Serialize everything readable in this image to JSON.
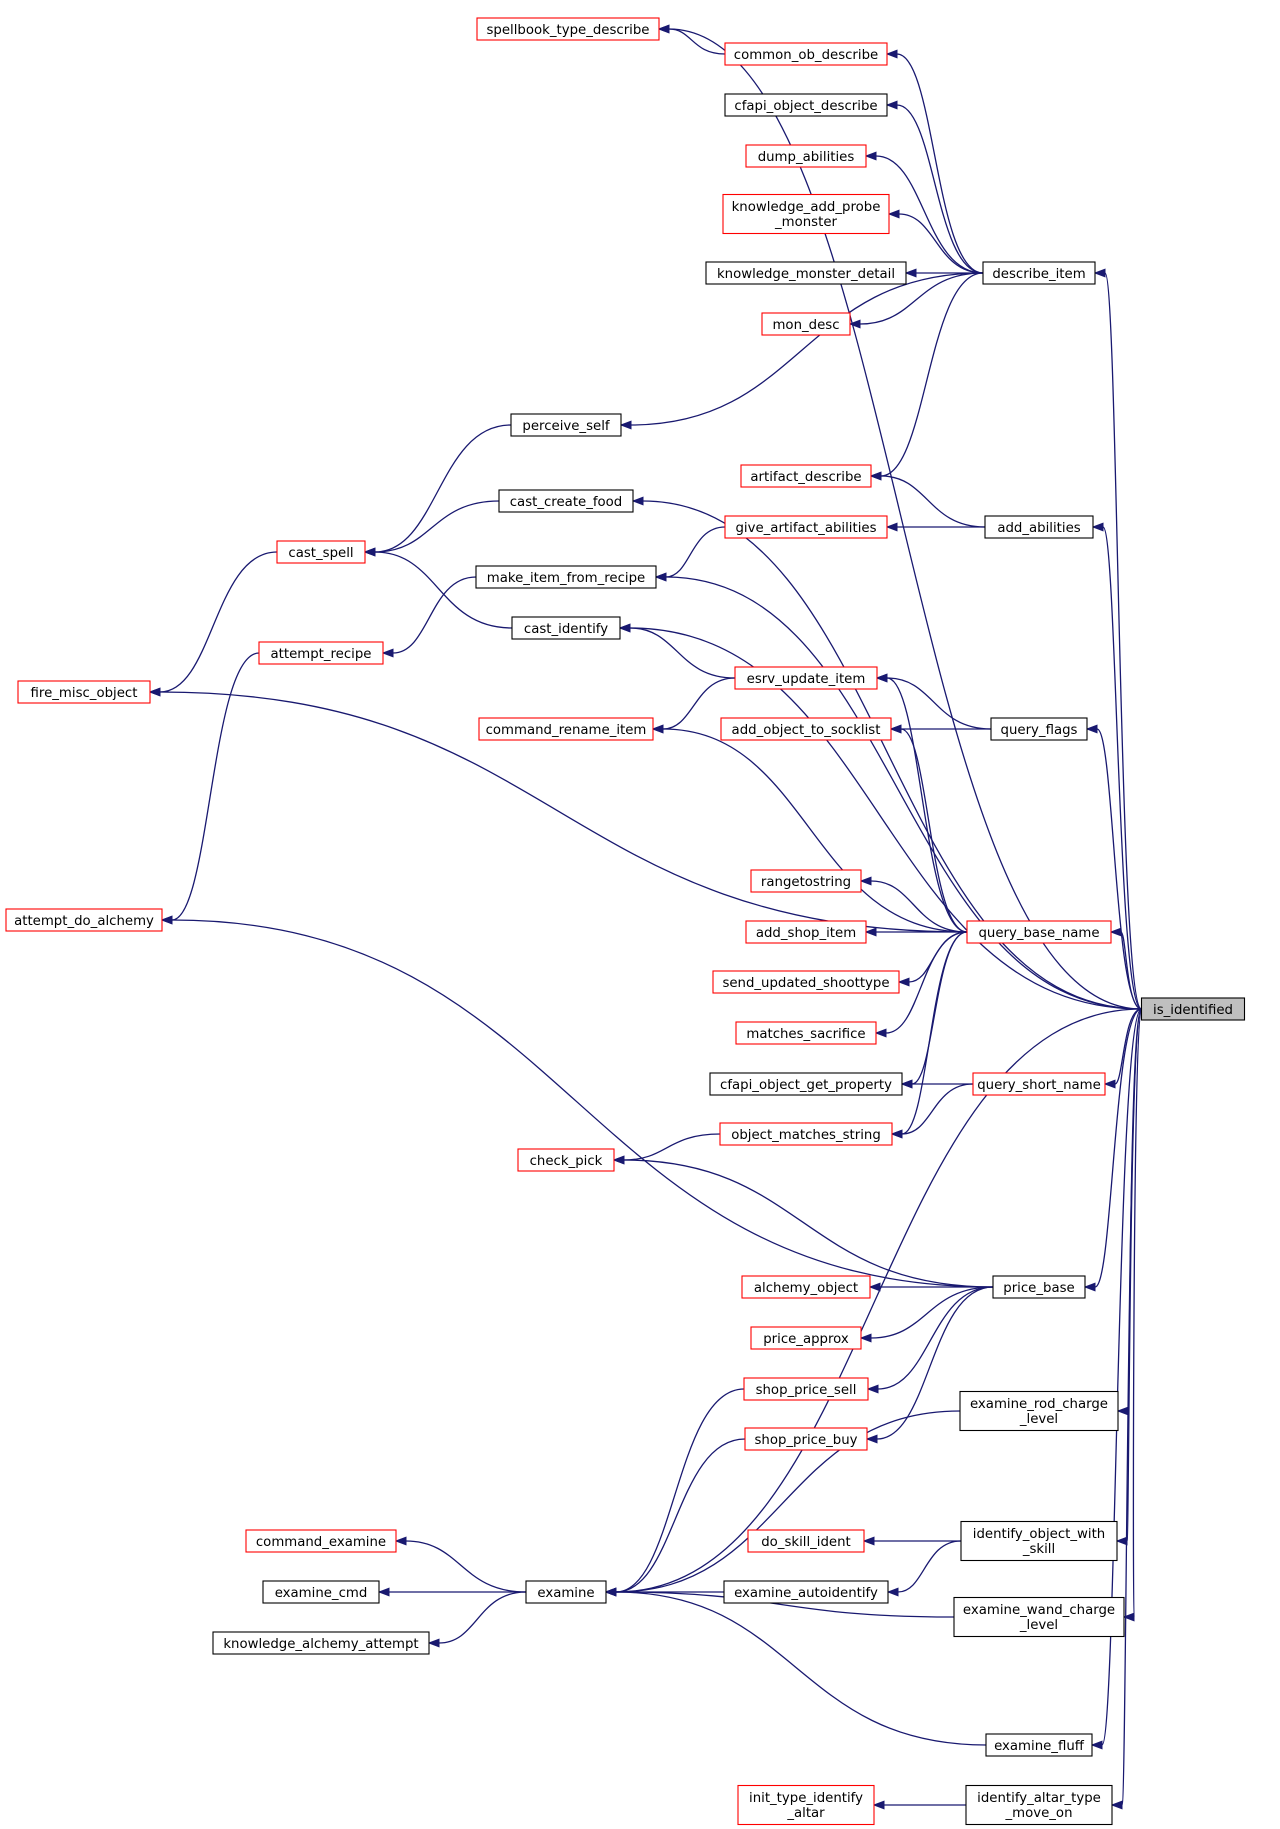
{
  "colors": {
    "edge": "#191970",
    "node_border_default": "#000000",
    "node_border_truncated": "#ff0000",
    "focus_fill": "#bfbfbf"
  },
  "graph": {
    "nodes": [
      {
        "id": "is_identified",
        "lines": [
          "is_identified"
        ],
        "style": "focus"
      },
      {
        "id": "spellbook_type_describe",
        "lines": [
          "spellbook_type_describe"
        ],
        "style": "red"
      },
      {
        "id": "common_ob_describe",
        "lines": [
          "common_ob_describe"
        ],
        "style": "red"
      },
      {
        "id": "cfapi_object_describe",
        "lines": [
          "cfapi_object_describe"
        ],
        "style": "black"
      },
      {
        "id": "dump_abilities",
        "lines": [
          "dump_abilities"
        ],
        "style": "red"
      },
      {
        "id": "knowledge_add_probe_monster",
        "lines": [
          "knowledge_add_probe",
          "_monster"
        ],
        "style": "red"
      },
      {
        "id": "knowledge_monster_detail",
        "lines": [
          "knowledge_monster_detail"
        ],
        "style": "black"
      },
      {
        "id": "describe_item",
        "lines": [
          "describe_item"
        ],
        "style": "black"
      },
      {
        "id": "mon_desc",
        "lines": [
          "mon_desc"
        ],
        "style": "red"
      },
      {
        "id": "perceive_self",
        "lines": [
          "perceive_self"
        ],
        "style": "black"
      },
      {
        "id": "cast_create_food",
        "lines": [
          "cast_create_food"
        ],
        "style": "black"
      },
      {
        "id": "artifact_describe",
        "lines": [
          "artifact_describe"
        ],
        "style": "red"
      },
      {
        "id": "cast_spell",
        "lines": [
          "cast_spell"
        ],
        "style": "red"
      },
      {
        "id": "give_artifact_abilities",
        "lines": [
          "give_artifact_abilities"
        ],
        "style": "red"
      },
      {
        "id": "add_abilities",
        "lines": [
          "add_abilities"
        ],
        "style": "black"
      },
      {
        "id": "make_item_from_recipe",
        "lines": [
          "make_item_from_recipe"
        ],
        "style": "black"
      },
      {
        "id": "cast_identify",
        "lines": [
          "cast_identify"
        ],
        "style": "black"
      },
      {
        "id": "attempt_recipe",
        "lines": [
          "attempt_recipe"
        ],
        "style": "red"
      },
      {
        "id": "esrv_update_item",
        "lines": [
          "esrv_update_item"
        ],
        "style": "red"
      },
      {
        "id": "fire_misc_object",
        "lines": [
          "fire_misc_object"
        ],
        "style": "red"
      },
      {
        "id": "command_rename_item",
        "lines": [
          "command_rename_item"
        ],
        "style": "red"
      },
      {
        "id": "add_object_to_socklist",
        "lines": [
          "add_object_to_socklist"
        ],
        "style": "red"
      },
      {
        "id": "query_flags",
        "lines": [
          "query_flags"
        ],
        "style": "black"
      },
      {
        "id": "rangetostring",
        "lines": [
          "rangetostring"
        ],
        "style": "red"
      },
      {
        "id": "attempt_do_alchemy",
        "lines": [
          "attempt_do_alchemy"
        ],
        "style": "red"
      },
      {
        "id": "add_shop_item",
        "lines": [
          "add_shop_item"
        ],
        "style": "red"
      },
      {
        "id": "query_base_name",
        "lines": [
          "query_base_name"
        ],
        "style": "red"
      },
      {
        "id": "send_updated_shoottype",
        "lines": [
          "send_updated_shoottype"
        ],
        "style": "red"
      },
      {
        "id": "matches_sacrifice",
        "lines": [
          "matches_sacrifice"
        ],
        "style": "red"
      },
      {
        "id": "cfapi_object_get_property",
        "lines": [
          "cfapi_object_get_property"
        ],
        "style": "black"
      },
      {
        "id": "query_short_name",
        "lines": [
          "query_short_name"
        ],
        "style": "red"
      },
      {
        "id": "object_matches_string",
        "lines": [
          "object_matches_string"
        ],
        "style": "red"
      },
      {
        "id": "check_pick",
        "lines": [
          "check_pick"
        ],
        "style": "red"
      },
      {
        "id": "alchemy_object",
        "lines": [
          "alchemy_object"
        ],
        "style": "red"
      },
      {
        "id": "price_base",
        "lines": [
          "price_base"
        ],
        "style": "black"
      },
      {
        "id": "price_approx",
        "lines": [
          "price_approx"
        ],
        "style": "red"
      },
      {
        "id": "shop_price_sell",
        "lines": [
          "shop_price_sell"
        ],
        "style": "red"
      },
      {
        "id": "examine_rod_charge_level",
        "lines": [
          "examine_rod_charge",
          "_level"
        ],
        "style": "black"
      },
      {
        "id": "shop_price_buy",
        "lines": [
          "shop_price_buy"
        ],
        "style": "red"
      },
      {
        "id": "command_examine",
        "lines": [
          "command_examine"
        ],
        "style": "red"
      },
      {
        "id": "do_skill_ident",
        "lines": [
          "do_skill_ident"
        ],
        "style": "red"
      },
      {
        "id": "identify_object_with_skill",
        "lines": [
          "identify_object_with",
          "_skill"
        ],
        "style": "black"
      },
      {
        "id": "examine_cmd",
        "lines": [
          "examine_cmd"
        ],
        "style": "black"
      },
      {
        "id": "examine",
        "lines": [
          "examine"
        ],
        "style": "black"
      },
      {
        "id": "examine_autoidentify",
        "lines": [
          "examine_autoidentify"
        ],
        "style": "black"
      },
      {
        "id": "examine_wand_charge_level",
        "lines": [
          "examine_wand_charge",
          "_level"
        ],
        "style": "black"
      },
      {
        "id": "knowledge_alchemy_attempt",
        "lines": [
          "knowledge_alchemy_attempt"
        ],
        "style": "black"
      },
      {
        "id": "examine_fluff",
        "lines": [
          "examine_fluff"
        ],
        "style": "black"
      },
      {
        "id": "init_type_identify_altar",
        "lines": [
          "init_type_identify",
          "_altar"
        ],
        "style": "red"
      },
      {
        "id": "identify_altar_type_move_on",
        "lines": [
          "identify_altar_type",
          "_move_on"
        ],
        "style": "black"
      }
    ],
    "edges": [
      {
        "from": "spellbook_type_describe",
        "to": "common_ob_describe"
      },
      {
        "from": "spellbook_type_describe",
        "to": "is_identified"
      },
      {
        "from": "common_ob_describe",
        "to": "describe_item"
      },
      {
        "from": "cfapi_object_describe",
        "to": "describe_item"
      },
      {
        "from": "dump_abilities",
        "to": "describe_item"
      },
      {
        "from": "knowledge_add_probe_monster",
        "to": "describe_item"
      },
      {
        "from": "knowledge_monster_detail",
        "to": "describe_item"
      },
      {
        "from": "mon_desc",
        "to": "describe_item"
      },
      {
        "from": "perceive_self",
        "to": "describe_item"
      },
      {
        "from": "artifact_describe",
        "to": "describe_item"
      },
      {
        "from": "describe_item",
        "to": "is_identified"
      },
      {
        "from": "cast_spell",
        "to": "perceive_self"
      },
      {
        "from": "cast_spell",
        "to": "cast_create_food"
      },
      {
        "from": "cast_spell",
        "to": "cast_identify"
      },
      {
        "from": "fire_misc_object",
        "to": "cast_spell"
      },
      {
        "from": "cast_create_food",
        "to": "is_identified"
      },
      {
        "from": "artifact_describe",
        "to": "add_abilities"
      },
      {
        "from": "give_artifact_abilities",
        "to": "add_abilities"
      },
      {
        "from": "add_abilities",
        "to": "is_identified"
      },
      {
        "from": "make_item_from_recipe",
        "to": "give_artifact_abilities"
      },
      {
        "from": "make_item_from_recipe",
        "to": "is_identified"
      },
      {
        "from": "attempt_recipe",
        "to": "make_item_from_recipe"
      },
      {
        "from": "attempt_do_alchemy",
        "to": "attempt_recipe"
      },
      {
        "from": "cast_identify",
        "to": "esrv_update_item"
      },
      {
        "from": "cast_identify",
        "to": "is_identified"
      },
      {
        "from": "command_rename_item",
        "to": "esrv_update_item"
      },
      {
        "from": "esrv_update_item",
        "to": "query_flags"
      },
      {
        "from": "esrv_update_item",
        "to": "query_base_name"
      },
      {
        "from": "add_object_to_socklist",
        "to": "query_flags"
      },
      {
        "from": "add_object_to_socklist",
        "to": "query_base_name"
      },
      {
        "from": "query_flags",
        "to": "is_identified"
      },
      {
        "from": "command_rename_item",
        "to": "query_base_name"
      },
      {
        "from": "fire_misc_object",
        "to": "query_base_name"
      },
      {
        "from": "rangetostring",
        "to": "query_base_name"
      },
      {
        "from": "add_shop_item",
        "to": "query_base_name"
      },
      {
        "from": "send_updated_shoottype",
        "to": "query_base_name"
      },
      {
        "from": "matches_sacrifice",
        "to": "query_base_name"
      },
      {
        "from": "cfapi_object_get_property",
        "to": "query_base_name"
      },
      {
        "from": "object_matches_string",
        "to": "query_base_name"
      },
      {
        "from": "query_base_name",
        "to": "is_identified"
      },
      {
        "from": "cfapi_object_get_property",
        "to": "query_short_name"
      },
      {
        "from": "object_matches_string",
        "to": "query_short_name"
      },
      {
        "from": "query_short_name",
        "to": "is_identified"
      },
      {
        "from": "check_pick",
        "to": "object_matches_string"
      },
      {
        "from": "check_pick",
        "to": "price_base"
      },
      {
        "from": "attempt_do_alchemy",
        "to": "price_base"
      },
      {
        "from": "alchemy_object",
        "to": "price_base"
      },
      {
        "from": "price_approx",
        "to": "price_base"
      },
      {
        "from": "shop_price_sell",
        "to": "price_base"
      },
      {
        "from": "shop_price_buy",
        "to": "price_base"
      },
      {
        "from": "price_base",
        "to": "is_identified"
      },
      {
        "from": "examine",
        "to": "shop_price_sell"
      },
      {
        "from": "examine",
        "to": "shop_price_buy"
      },
      {
        "from": "examine",
        "to": "examine_rod_charge_level"
      },
      {
        "from": "examine_rod_charge_level",
        "to": "is_identified"
      },
      {
        "from": "do_skill_ident",
        "to": "identify_object_with_skill"
      },
      {
        "from": "examine_autoidentify",
        "to": "identify_object_with_skill"
      },
      {
        "from": "identify_object_with_skill",
        "to": "is_identified"
      },
      {
        "from": "command_examine",
        "to": "examine"
      },
      {
        "from": "examine_cmd",
        "to": "examine"
      },
      {
        "from": "knowledge_alchemy_attempt",
        "to": "examine"
      },
      {
        "from": "examine",
        "to": "examine_autoidentify"
      },
      {
        "from": "examine",
        "to": "examine_wand_charge_level"
      },
      {
        "from": "examine",
        "to": "is_identified"
      },
      {
        "from": "examine",
        "to": "examine_fluff"
      },
      {
        "from": "examine_wand_charge_level",
        "to": "is_identified"
      },
      {
        "from": "examine_fluff",
        "to": "is_identified"
      },
      {
        "from": "init_type_identify_altar",
        "to": "identify_altar_type_move_on"
      },
      {
        "from": "identify_altar_type_move_on",
        "to": "is_identified"
      }
    ]
  }
}
